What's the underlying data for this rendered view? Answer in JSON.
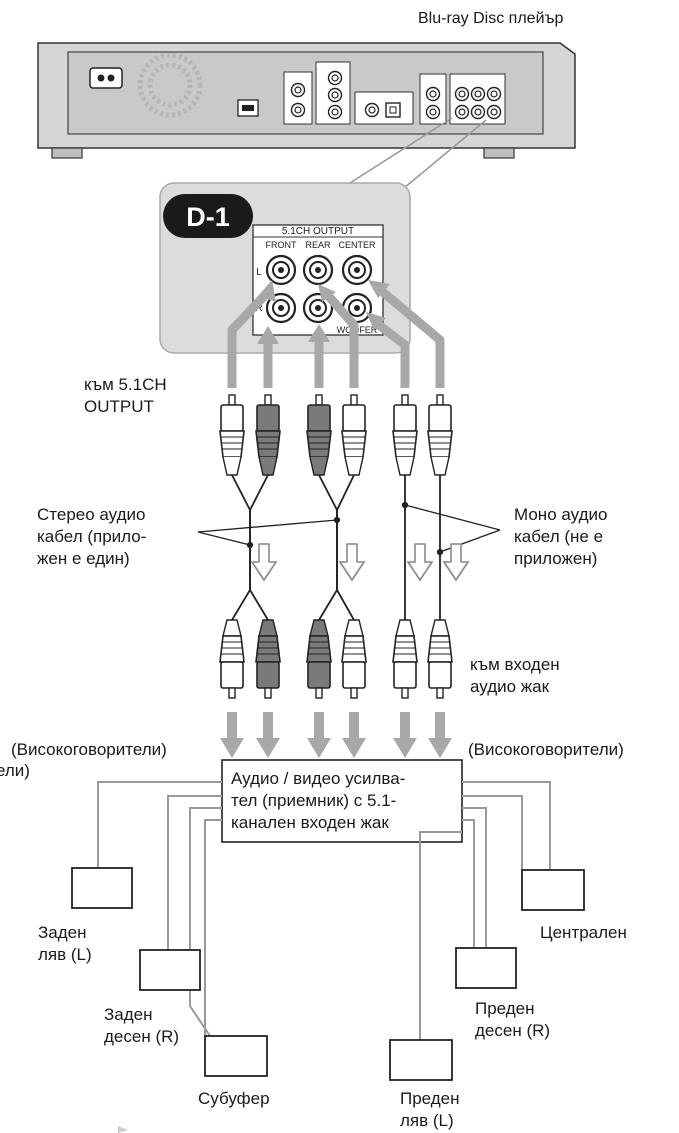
{
  "player": {
    "label": "Blu-ray Disc плейър"
  },
  "callout": {
    "badge": "D-1",
    "panel_title": "5.1CH OUTPUT",
    "columns": [
      "FRONT",
      "REAR",
      "CENTER"
    ],
    "rows": [
      "L",
      "R"
    ],
    "woofer_label": "WOOFER"
  },
  "labels": {
    "to_output": "към 5.1CH\nOUTPUT",
    "stereo_cable": "Стерео аудио\nкабел (прило-\nжен е един)",
    "mono_cable": "Моно аудио\nкабел (не е\nприложен)",
    "to_input": "към входен\nаудио жак",
    "speakers_left": "(Високоговорители)",
    "speakers_left_cut": "ели)",
    "speakers_right": "(Високоговорители)",
    "amplifier": "Аудио / видео усилва-\nтел (приемник) с 5.1-\nканален входен жак"
  },
  "speakers": {
    "rear_left": "Заден\nляв (L)",
    "rear_right": "Заден\nдесен (R)",
    "subwoofer": "Субуфер",
    "center": "Централен",
    "front_right": "Преден\nдесен (R)",
    "front_left": "Преден\nляв (L)"
  },
  "colors": {
    "device_body": "#d6d6d6",
    "callout_bg": "#dcdcdc",
    "arrow": "#a8a8a8",
    "plug_dark": "#7a7a7a",
    "badge": "#1a1a1a"
  }
}
